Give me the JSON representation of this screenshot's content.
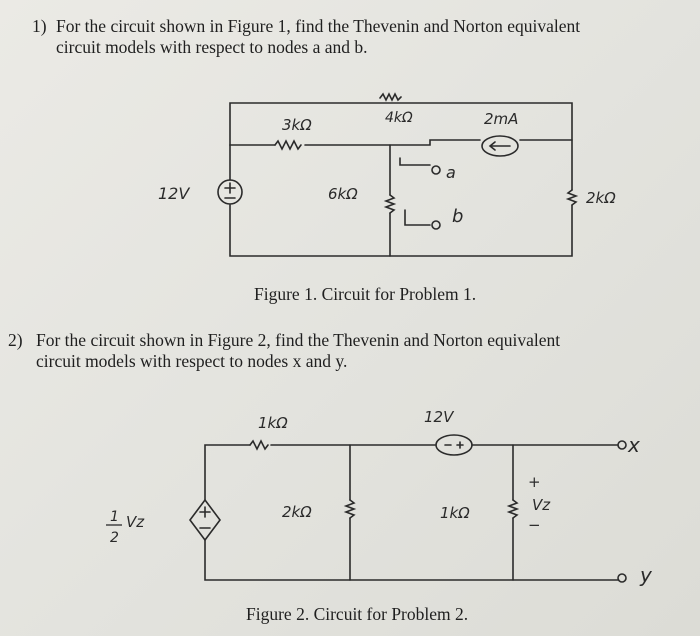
{
  "problem1": {
    "number": "1)",
    "line1": "For the circuit shown in Figure 1, find the Thevenin and Norton equivalent",
    "line2": "circuit models with respect to nodes a and b."
  },
  "figure1": {
    "caption": "Figure 1. Circuit for Problem 1.",
    "labels": {
      "r_3k": "3kΩ",
      "r_4k": "4kΩ",
      "i_2ma": "2mA",
      "node_a": "a",
      "node_b": "b",
      "r_6k": "6kΩ",
      "r_2k": "2kΩ",
      "v_12": "12V"
    }
  },
  "problem2": {
    "number": "2)",
    "line1": "For the circuit shown in Figure 2, find the Thevenin and Norton equivalent",
    "line2": "circuit models with respect to nodes x and y."
  },
  "figure2": {
    "caption": "Figure 2. Circuit for Problem 2.",
    "labels": {
      "r_1k_top": "1kΩ",
      "v_12": "12V",
      "node_x": "x",
      "node_y": "y",
      "dep_num": "1",
      "dep_vz": "Vz",
      "dep_den": "2",
      "r_2k": "2kΩ",
      "r_1k": "1kΩ",
      "vz": "Vz",
      "plus": "+",
      "minus": "−"
    }
  }
}
